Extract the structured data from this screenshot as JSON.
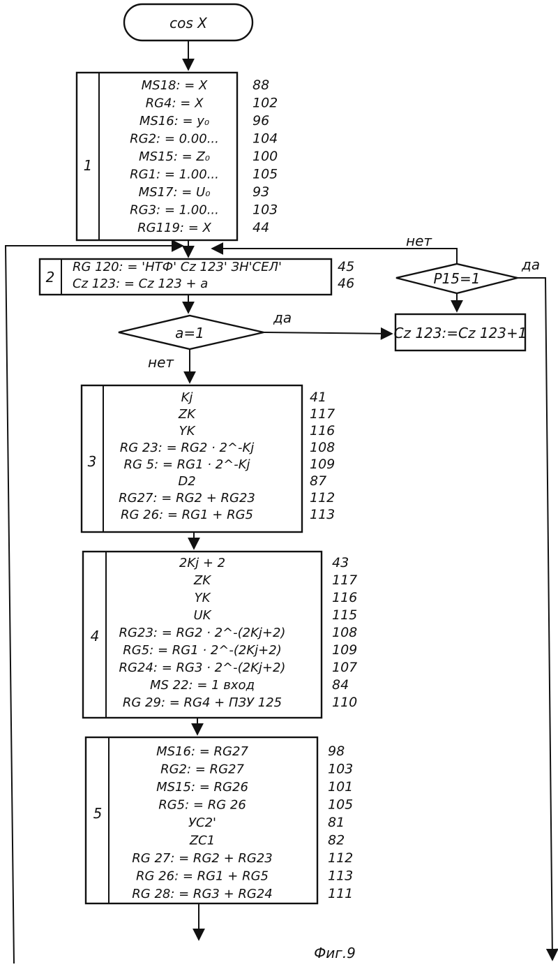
{
  "diagram": {
    "start": "cos X",
    "figure_caption": "Фиг.9",
    "decisions": {
      "a_eq_1": {
        "condition": "a=1",
        "yes": "да",
        "no": "нет"
      },
      "p15_eq_1": {
        "condition": "P15=1",
        "yes": "да",
        "no": "нет"
      }
    },
    "side_box": "Cz 123:=Cz 123+1",
    "blocks": [
      {
        "id": "1",
        "lines": [
          {
            "text": "MS18: = X",
            "ref": "88"
          },
          {
            "text": "RG4: = X",
            "ref": "102"
          },
          {
            "text": "MS16: = y₀",
            "ref": "96"
          },
          {
            "text": "RG2: = 0.00...",
            "ref": "104"
          },
          {
            "text": "MS15: = Z₀",
            "ref": "100"
          },
          {
            "text": "RG1: = 1.00...",
            "ref": "105"
          },
          {
            "text": "MS17: = U₀",
            "ref": "93"
          },
          {
            "text": "RG3: = 1.00...",
            "ref": "103"
          },
          {
            "text": "RG119: = X",
            "ref": "44"
          }
        ]
      },
      {
        "id": "2",
        "lines": [
          {
            "text": "RG 120: = 'НТФ' Cz 123' ЗН'СЕЛ'",
            "ref": "45"
          },
          {
            "text": "Cz 123: = Cz 123 + a",
            "ref": "46"
          }
        ]
      },
      {
        "id": "3",
        "lines": [
          {
            "text": "Kj",
            "ref": "41"
          },
          {
            "text": "ZK",
            "ref": "117"
          },
          {
            "text": "YK",
            "ref": "116"
          },
          {
            "text": "RG 23: = RG2 · 2^-Kj",
            "ref": "108"
          },
          {
            "text": "RG 5: = RG1 · 2^-Kj",
            "ref": "109"
          },
          {
            "text": "D2",
            "ref": "87"
          },
          {
            "text": "RG27: = RG2 + RG23",
            "ref": "112"
          },
          {
            "text": "RG 26: = RG1 + RG5",
            "ref": "113"
          }
        ]
      },
      {
        "id": "4",
        "lines": [
          {
            "text": "2Kj + 2",
            "ref": "43"
          },
          {
            "text": "ZK",
            "ref": "117"
          },
          {
            "text": "YK",
            "ref": "116"
          },
          {
            "text": "UK",
            "ref": "115"
          },
          {
            "text": "RG23: = RG2 · 2^-(2Kj+2)",
            "ref": "108"
          },
          {
            "text": "RG5: = RG1 · 2^-(2Kj+2)",
            "ref": "109"
          },
          {
            "text": "RG24: = RG3 · 2^-(2Kj+2)",
            "ref": "107"
          },
          {
            "text": "MS 22: = 1 вход",
            "ref": "84"
          },
          {
            "text": "RG 29: = RG4 + ПЗУ 125",
            "ref": "110"
          }
        ]
      },
      {
        "id": "5",
        "lines": [
          {
            "text": "MS16: = RG27",
            "ref": "98"
          },
          {
            "text": "RG2: = RG27",
            "ref": "103"
          },
          {
            "text": "MS15: = RG26",
            "ref": "101"
          },
          {
            "text": "RG5: = RG 26",
            "ref": "105"
          },
          {
            "text": "УС2'",
            "ref": "81"
          },
          {
            "text": "ZC1",
            "ref": "82"
          },
          {
            "text": "RG 27: = RG2 + RG23",
            "ref": "112"
          },
          {
            "text": "RG 26: = RG1 + RG5",
            "ref": "113"
          },
          {
            "text": "RG 28: = RG3 + RG24",
            "ref": "111"
          }
        ]
      }
    ]
  }
}
